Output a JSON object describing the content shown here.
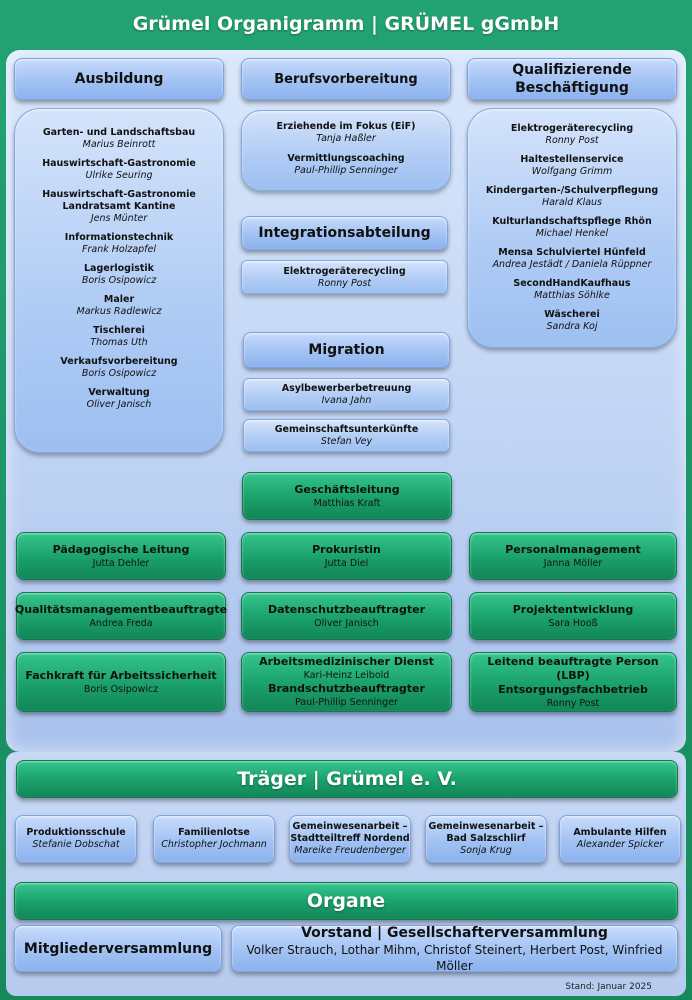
{
  "header": {
    "title": "Grümel Organigramm  |  GRÜMEL gGmbH"
  },
  "departments": {
    "ausbildung": {
      "title": "Ausbildung",
      "entries": [
        {
          "name": "Garten- und Landschaftsbau",
          "person": "Marius Beinrott"
        },
        {
          "name": "Hauswirtschaft-Gastronomie",
          "person": "Ulrike Seuring"
        },
        {
          "name": "Hauswirtschaft-Gastronomie\nLandratsamt Kantine",
          "person": "Jens Münter"
        },
        {
          "name": "Informationstechnik",
          "person": "Frank Holzapfel"
        },
        {
          "name": "Lagerlogistik",
          "person": "Boris Osipowicz"
        },
        {
          "name": "Maler",
          "person": "Markus Radlewicz"
        },
        {
          "name": "Tischlerei",
          "person": "Thomas Uth"
        },
        {
          "name": "Verkaufsvorbereitung",
          "person": "Boris Osipowicz"
        },
        {
          "name": "Verwaltung",
          "person": "Oliver Janisch"
        }
      ]
    },
    "berufsvorbereitung": {
      "title": "Berufsvorbereitung",
      "entries": [
        {
          "name": "Erziehende im Fokus (EiF)",
          "person": "Tanja Haßler"
        },
        {
          "name": "Vermittlungscoaching",
          "person": "Paul-Phillip Senninger"
        }
      ]
    },
    "integration": {
      "title": "Integrationsabteilung",
      "entries": [
        {
          "name": "Elektrogeräterecycling",
          "person": "Ronny Post"
        }
      ]
    },
    "migration": {
      "title": "Migration",
      "entries": [
        {
          "name": "Asylbewerberbetreuung",
          "person": "Ivana Jahn"
        },
        {
          "name": "Gemeinschaftsunterkünfte",
          "person": "Stefan Vey"
        }
      ]
    },
    "qualifizierende": {
      "title": "Qualifizierende\nBeschäftigung",
      "entries": [
        {
          "name": "Elektrogeräterecycling",
          "person": "Ronny Post"
        },
        {
          "name": "Haltestellenservice",
          "person": "Wolfgang Grimm"
        },
        {
          "name": "Kindergarten-/Schulverpflegung",
          "person": "Harald Klaus"
        },
        {
          "name": "Kulturlandschaftspflege Rhön",
          "person": "Michael Henkel"
        },
        {
          "name": "Mensa Schulviertel Hünfeld",
          "person": "Andrea Jestädt / Daniela Rüppner"
        },
        {
          "name": "SecondHandKaufhaus",
          "person": "Matthias Söhlke"
        },
        {
          "name": "Wäscherei",
          "person": "Sandra Koj"
        }
      ]
    }
  },
  "leitung": {
    "geschaeftsleitung": {
      "name": "Geschäftsleitung",
      "person": "Matthias Kraft"
    },
    "paedagogische": {
      "name": "Pädagogische Leitung",
      "person": "Jutta Dehler"
    },
    "prokuristin": {
      "name": "Prokuristin",
      "person": "Jutta Diel"
    },
    "personal": {
      "name": "Personalmanagement",
      "person": "Janna Möller"
    },
    "qualitaet": {
      "name": "Qualitätsmanagementbeauftragte",
      "person": "Andrea Freda"
    },
    "datenschutz": {
      "name": "Datenschutzbeauftragter",
      "person": "Oliver Janisch"
    },
    "projekt": {
      "name": "Projektentwicklung",
      "person": "Sara Hooß"
    },
    "arbeitssicherheit": {
      "name": "Fachkraft für Arbeitssicherheit",
      "person": "Boris Osipowicz"
    },
    "arbeitsmedizin": {
      "name": "Arbeitsmedizinischer Dienst",
      "person": "Kari-Heinz  Leibold",
      "name2": "Brandschutzbeauftragter",
      "person2": "Paul-Phillip Senninger"
    },
    "lbp": {
      "name": "Leitend beauftragte Person (LBP)\nEntsorgungsfachbetrieb",
      "person": "Ronny Post"
    }
  },
  "traeger": {
    "title": "Träger  |  Grümel e. V.",
    "units": [
      {
        "name": "Produktionsschule",
        "person": "Stefanie Dobschat"
      },
      {
        "name": "Familienlotse",
        "person": "Christopher Jochmann"
      },
      {
        "name": "Gemeinwesenarbeit –\nStadtteiltreff Nordend",
        "person": "Mareike Freudenberger"
      },
      {
        "name": "Gemeinwesenarbeit –\nBad Salzschlirf",
        "person": "Sonja Krug"
      },
      {
        "name": "Ambulante Hilfen",
        "person": "Alexander Spicker"
      }
    ]
  },
  "organe": {
    "title": "Organe",
    "mitglieder": "Mitgliederversammlung",
    "vorstand_title": "Vorstand | Gesellschafterversammlung",
    "vorstand_names": "Volker Strauch, Lothar Mihm, Christof Steinert, Herbert Post, Winfried Möller"
  },
  "footer": {
    "stand": "Stand: Januar 2025"
  }
}
